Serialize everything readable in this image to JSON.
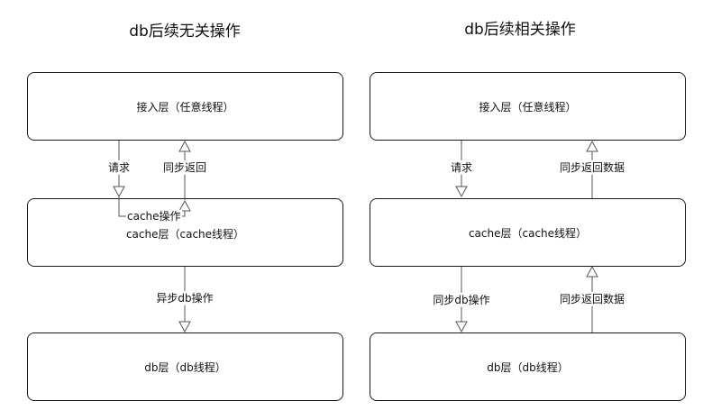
{
  "left": {
    "title": "db后续无关操作",
    "access_layer": "接入层（任意线程）",
    "cache_layer": "cache层（cache线程）",
    "db_layer": "db层（db线程）",
    "request_label": "请求",
    "sync_return_label": "同步返回",
    "cache_op_label": "cache操作",
    "async_db_label": "异步db操作"
  },
  "right": {
    "title": "db后续相关操作",
    "access_layer": "接入层（任意线程）",
    "cache_layer": "cache层（cache线程）",
    "db_layer": "db层（db线程）",
    "request_label": "请求",
    "sync_return_data_label_top": "同步返回数据",
    "sync_db_label": "同步db操作",
    "sync_return_data_label_bottom": "同步返回数据"
  }
}
